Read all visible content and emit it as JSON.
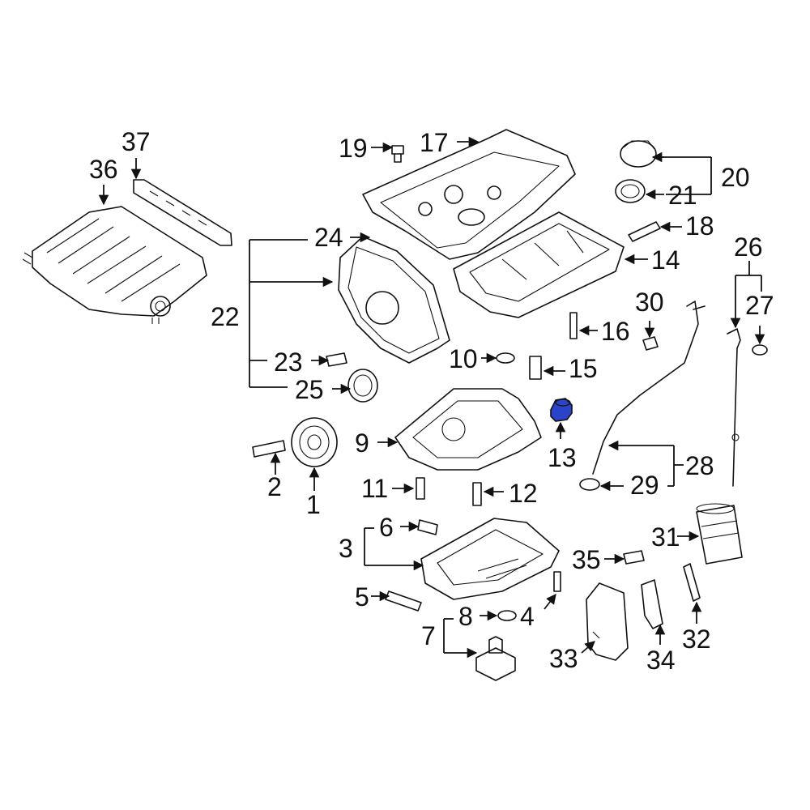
{
  "diagram": {
    "highlight_color": "#2a43c8",
    "callouts": [
      {
        "id": "1",
        "text": "1"
      },
      {
        "id": "2",
        "text": "2"
      },
      {
        "id": "3",
        "text": "3"
      },
      {
        "id": "4",
        "text": "4"
      },
      {
        "id": "5",
        "text": "5"
      },
      {
        "id": "6",
        "text": "6"
      },
      {
        "id": "7",
        "text": "7"
      },
      {
        "id": "8",
        "text": "8"
      },
      {
        "id": "9",
        "text": "9"
      },
      {
        "id": "10",
        "text": "10"
      },
      {
        "id": "11",
        "text": "11"
      },
      {
        "id": "12",
        "text": "12"
      },
      {
        "id": "13",
        "text": "13"
      },
      {
        "id": "14",
        "text": "14"
      },
      {
        "id": "15",
        "text": "15"
      },
      {
        "id": "16",
        "text": "16"
      },
      {
        "id": "17",
        "text": "17"
      },
      {
        "id": "18",
        "text": "18"
      },
      {
        "id": "19",
        "text": "19"
      },
      {
        "id": "20",
        "text": "20"
      },
      {
        "id": "21",
        "text": "21"
      },
      {
        "id": "22",
        "text": "22"
      },
      {
        "id": "23",
        "text": "23"
      },
      {
        "id": "24",
        "text": "24"
      },
      {
        "id": "25",
        "text": "25"
      },
      {
        "id": "26",
        "text": "26"
      },
      {
        "id": "27",
        "text": "27"
      },
      {
        "id": "28",
        "text": "28"
      },
      {
        "id": "29",
        "text": "29"
      },
      {
        "id": "30",
        "text": "30"
      },
      {
        "id": "31",
        "text": "31"
      },
      {
        "id": "32",
        "text": "32"
      },
      {
        "id": "33",
        "text": "33"
      },
      {
        "id": "34",
        "text": "34"
      },
      {
        "id": "35",
        "text": "35"
      },
      {
        "id": "36",
        "text": "36"
      },
      {
        "id": "37",
        "text": "37"
      }
    ]
  }
}
